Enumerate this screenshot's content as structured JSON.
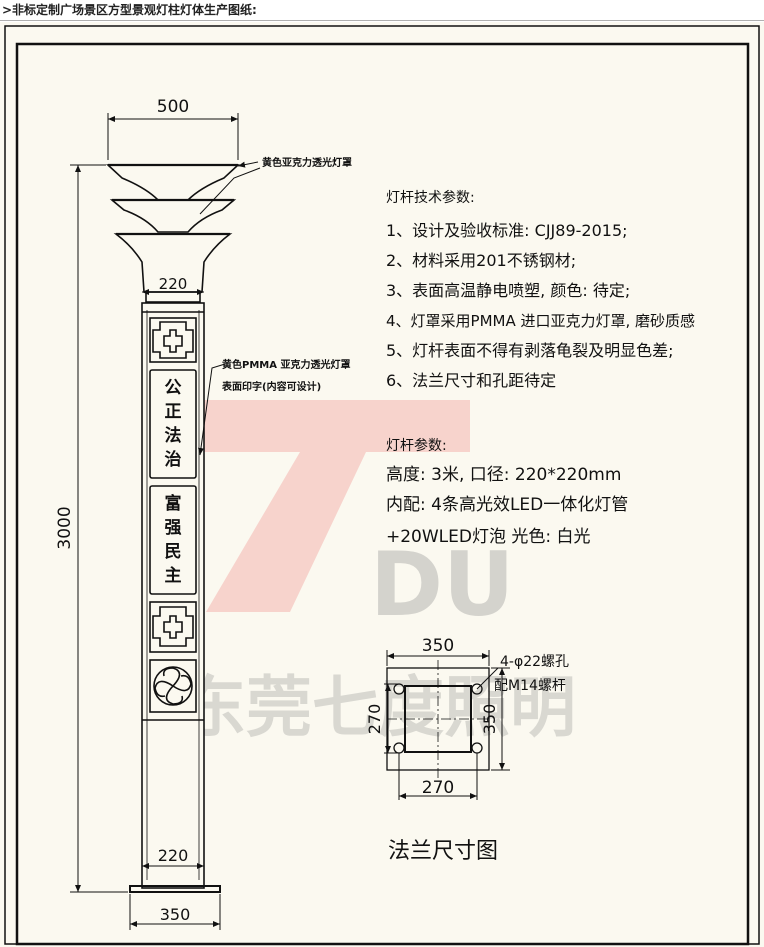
{
  "header": {
    "title": ">非标定制广场景区方型景观灯柱灯体生产图纸:"
  },
  "drawing": {
    "dims": {
      "top_width": "500",
      "height": "3000",
      "shaft_top": "220",
      "shaft_bottom": "220",
      "base_width": "350"
    },
    "callouts": {
      "lamp_cover": "黄色亚克力透光灯罩",
      "panel_line1": "黄色PMMA 亚克力透光灯罩",
      "panel_line2": "表面印字(内容可设计)"
    },
    "panel_text_upper": [
      "公",
      "正",
      "法",
      "治"
    ],
    "panel_text_lower": [
      "富",
      "强",
      "民",
      "主"
    ],
    "watermark": {
      "big": "7",
      "small": "DU",
      "company": "东莞七度照明"
    },
    "spec": {
      "tech_title": "灯杆技术参数:",
      "tech_items": [
        "1、设计及验收标准: CJJ89-2015;",
        "2、材料采用201不锈钢材;",
        "3、表面高温静电喷塑, 颜色: 待定;",
        "4、灯罩采用PMMA 进口亚克力灯罩, 磨砂质感",
        "5、灯杆表面不得有剥落龟裂及明显色差;",
        "6、法兰尺寸和孔距待定"
      ],
      "pole_title": "灯杆参数:",
      "pole_items": [
        "高度: 3米, 口径: 220*220mm",
        "内配: 4条高光效LED一体化灯管",
        "+20WLED灯泡   光色: 白光"
      ]
    },
    "flange": {
      "top": "350",
      "left": "270",
      "right": "350",
      "bottom": "270",
      "hole_note": "4-φ22螺孔",
      "bolt_note": "配M14螺杆",
      "caption": "法兰尺寸图"
    }
  }
}
